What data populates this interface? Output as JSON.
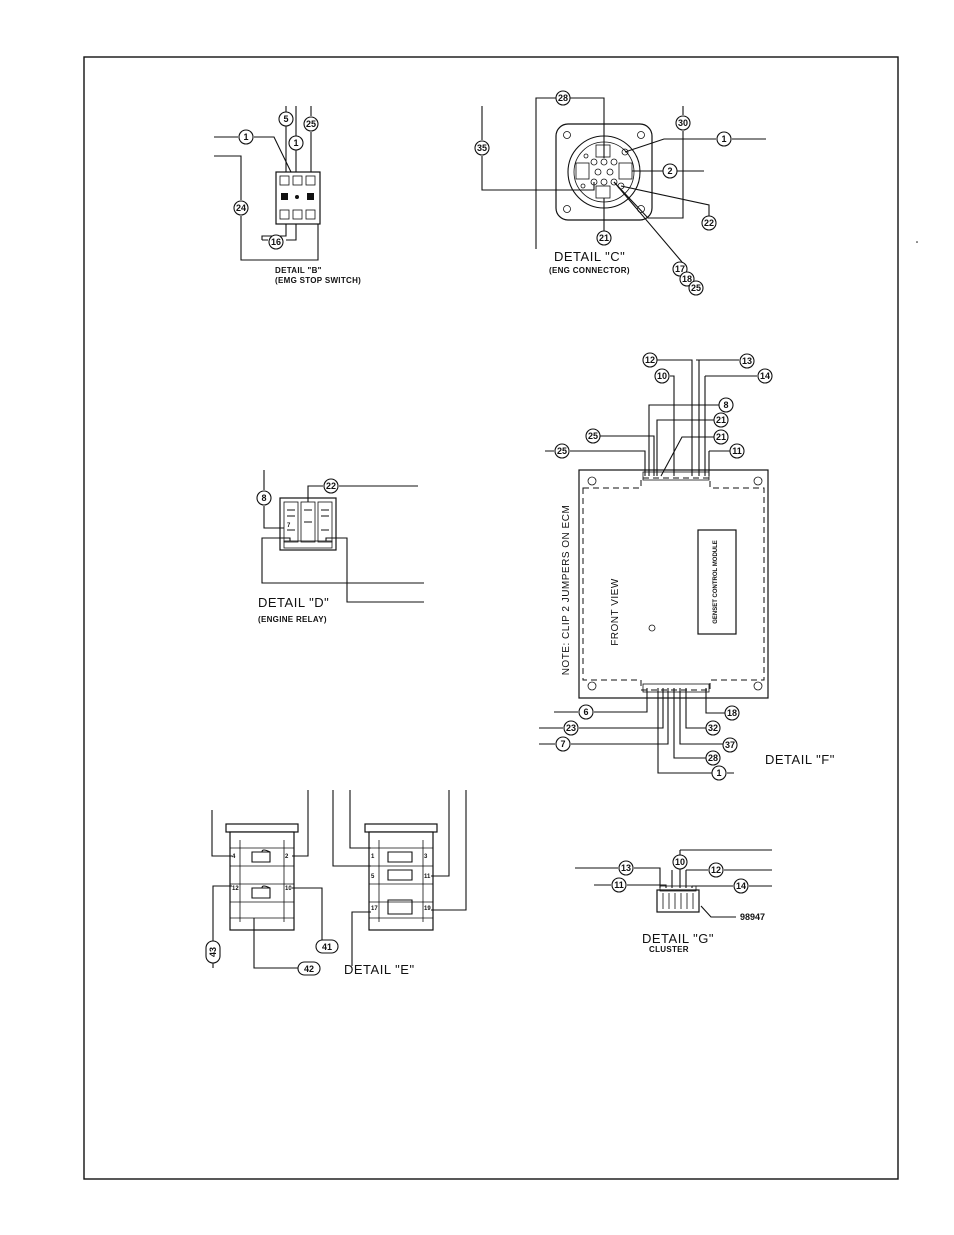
{
  "details": {
    "b": {
      "title": "DETAIL \"B\"",
      "subtitle": "(EMG STOP SWITCH)",
      "callouts": [
        "1",
        "5",
        "1",
        "25",
        "24",
        "16"
      ]
    },
    "c": {
      "title": "DETAIL \"C\"",
      "subtitle": "(ENG CONNECTOR)",
      "callouts": [
        "28",
        "30",
        "35",
        "1",
        "2",
        "22",
        "21",
        "17",
        "18",
        "25"
      ]
    },
    "d": {
      "title": "DETAIL \"D\"",
      "subtitle": "(ENGINE RELAY)",
      "callouts": [
        "8",
        "22"
      ]
    },
    "e": {
      "title": "DETAIL \"E\"",
      "callouts": [
        "43",
        "41",
        "42"
      ]
    },
    "f": {
      "title": "DETAIL \"F\"",
      "note": "NOTE: CLIP 2 JUMPERS ON ECM",
      "front_view": "FRONT VIEW",
      "module_label": "GENSET CONTROL MODULE",
      "callouts_top": [
        "12",
        "13",
        "10",
        "14",
        "8",
        "21",
        "25",
        "21",
        "25",
        "11"
      ],
      "callouts_bottom": [
        "6",
        "18",
        "23",
        "32",
        "7",
        "37",
        "28",
        "1"
      ]
    },
    "g": {
      "title": "DETAIL \"G\"",
      "subtitle": "CLUSTER",
      "part_number": "98947",
      "callouts": [
        "13",
        "10",
        "12",
        "11",
        "14"
      ]
    }
  }
}
